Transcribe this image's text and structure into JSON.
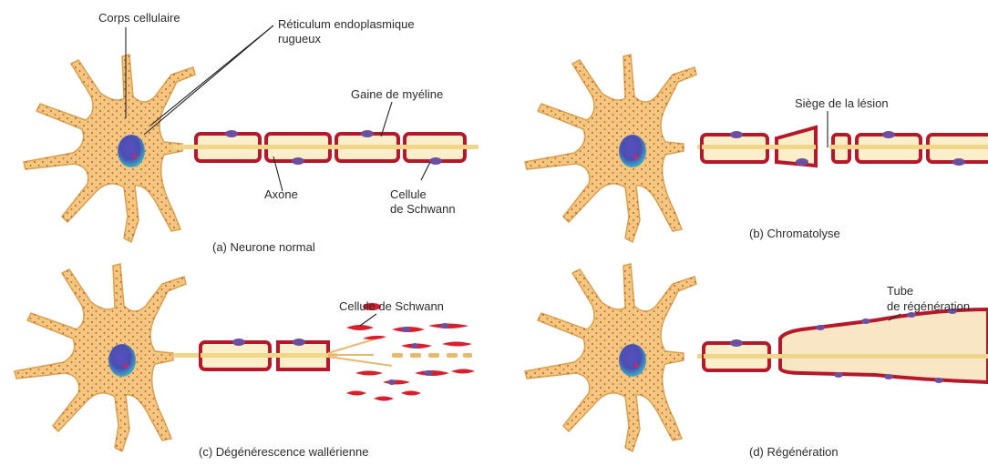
{
  "panels": {
    "a": {
      "caption": "(a) Neurone normal",
      "labels": {
        "corps": "Corps cellulaire",
        "reticulum_1": "Réticulum endoplasmique",
        "reticulum_2": "rugueux",
        "gaine": "Gaine de myéline",
        "axone": "Axone",
        "schwann_1": "Cellule",
        "schwann_2": "de Schwann"
      }
    },
    "b": {
      "caption": "(b) Chromatolyse",
      "labels": {
        "lesion": "Siège de la lésion"
      }
    },
    "c": {
      "caption": "(c) Dégénérescence wallérienne",
      "labels": {
        "schwann": "Cellule de Schwann"
      }
    },
    "d": {
      "caption": "(d) Régénération",
      "labels": {
        "tube_1": "Tube",
        "tube_2": "de régénération"
      }
    }
  },
  "colors": {
    "cytoplasm": "#f4c77e",
    "cytoplasm_edge": "#d9a14e",
    "nucleus": "#4a4fb0",
    "nucleus_glow": "#3bb2c8",
    "myelin": "#b5182b",
    "myelin_fill": "#fbeecb",
    "axon": "#f0d58a",
    "schwann_nucleus": "#6d4f9f",
    "debris_red": "#d91f2b",
    "tube_fill": "#f8e6c4"
  }
}
